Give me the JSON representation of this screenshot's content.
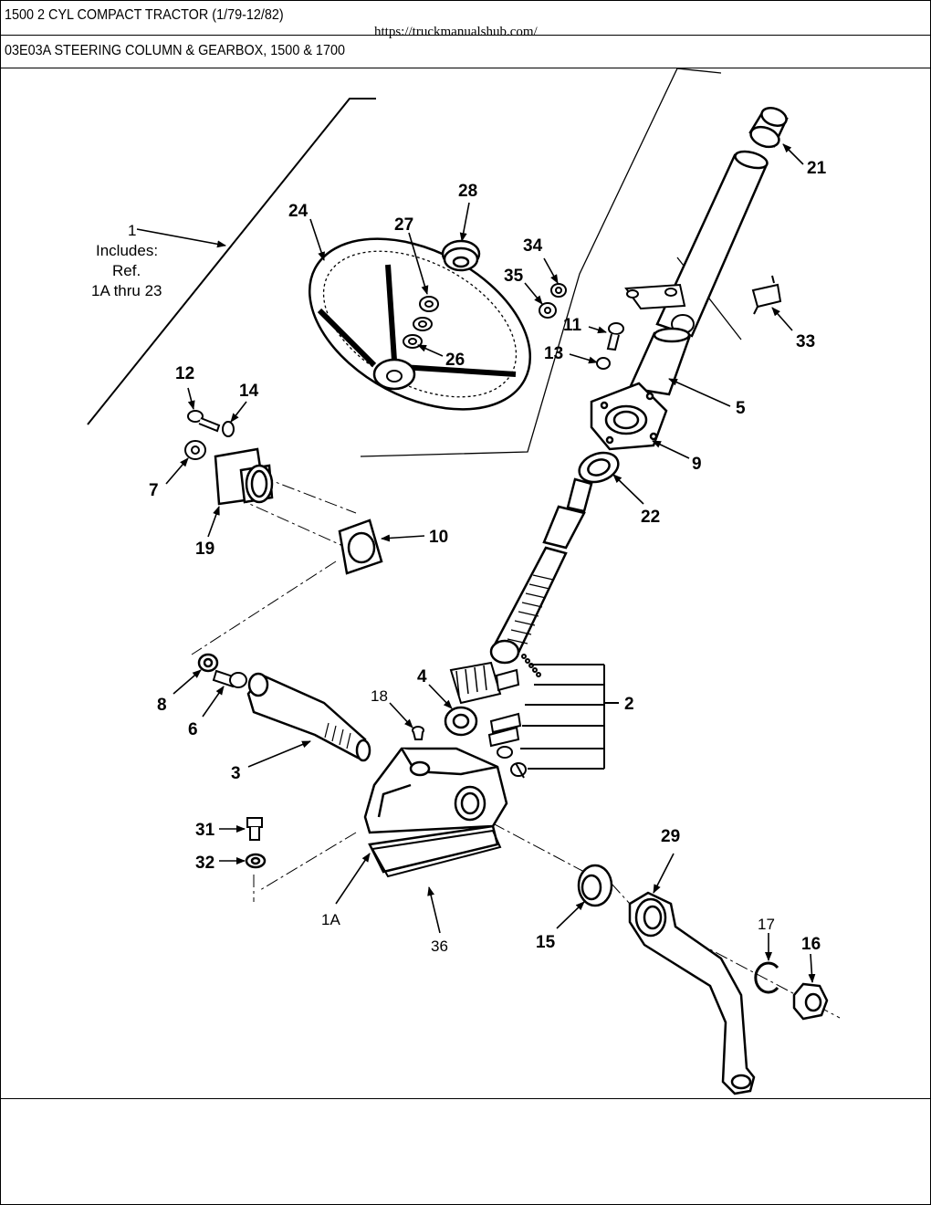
{
  "header": {
    "title_line1": "1500 2 CYL COMPACT TRACTOR (1/79-12/82)",
    "source_url": "https://truckmanualshub.com/",
    "title_line2": "03E03A STEERING COLUMN & GEARBOX, 1500 & 1700"
  },
  "diagram": {
    "includes_note": {
      "line1": "1",
      "line2": "Includes:",
      "line3": "Ref.",
      "line4": "1A thru 23"
    },
    "callouts": {
      "c1A": "1A",
      "c2": "2",
      "c3": "3",
      "c4": "4",
      "c5": "5",
      "c6": "6",
      "c7": "7",
      "c8": "8",
      "c9": "9",
      "c10": "10",
      "c11": "11",
      "c12": "12",
      "c13": "13",
      "c14": "14",
      "c15": "15",
      "c16": "16",
      "c17": "17",
      "c18": "18",
      "c19": "19",
      "c21": "21",
      "c22": "22",
      "c24": "24",
      "c26": "26",
      "c27": "27",
      "c28": "28",
      "c29": "29",
      "c31": "31",
      "c32": "32",
      "c33": "33",
      "c34": "34",
      "c35": "35",
      "c36": "36"
    }
  }
}
